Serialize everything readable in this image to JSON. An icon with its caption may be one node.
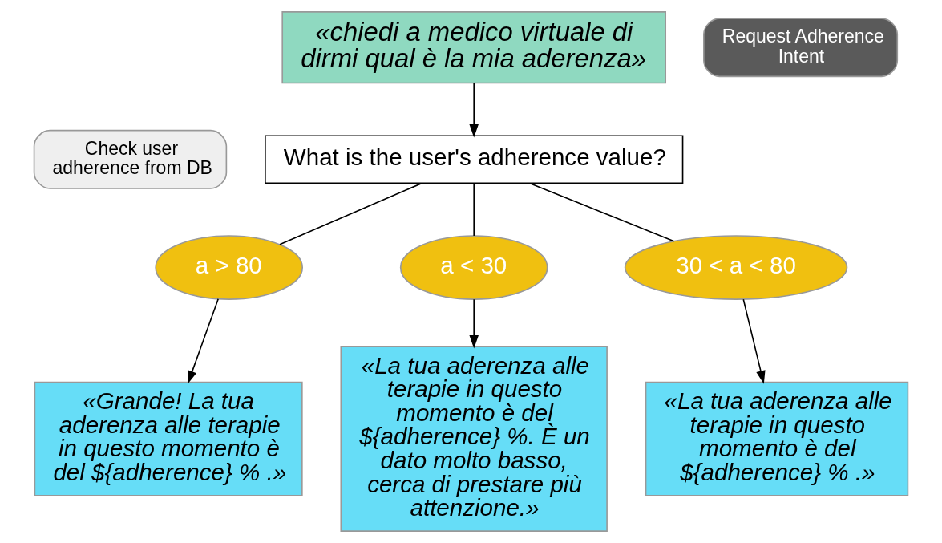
{
  "diagram": {
    "nodes": [
      {
        "text": [
          "«chiedi a medico virtuale di dirmi qual è la mia aderenza»"
        ]
      },
      {
        "text": [
          "Request Adherence Intent"
        ]
      },
      {
        "text": [
          "Check user adherence from DB"
        ]
      },
      {
        "text": [
          "What is the user's adherence value?"
        ]
      },
      {
        "text": [
          "«Grande! La tua aderenza alle terapie in questo momento è del ${adherence} % .»"
        ]
      },
      {
        "text": [
          "a > 80"
        ]
      },
      {
        "text": [
          "a < 30"
        ]
      },
      {
        "text": [
          "30 < a < 80"
        ]
      },
      {
        "text": [
          "«La tua aderenza alle terapie in questo momento è del ${adherence} %. È un dato molto basso, cerca di prestare più attenzione.»"
        ]
      },
      {
        "text": [
          "«La tua aderenza alle terapie in questo momento è del ${adherence} % .»"
        ]
      }
    ],
    "edges": [
      {
        "from": 0,
        "to": 3,
        "arrow": "to"
      },
      {
        "from": 3,
        "to": 5,
        "arrow": "none"
      },
      {
        "from": 5,
        "to": 4,
        "arrow": "to"
      },
      {
        "from": 3,
        "to": 6,
        "arrow": "none"
      },
      {
        "from": 6,
        "to": 8,
        "arrow": "to"
      },
      {
        "from": 3,
        "to": 7,
        "arrow": "none"
      },
      {
        "from": 7,
        "to": 9,
        "arrow": "to"
      }
    ]
  }
}
